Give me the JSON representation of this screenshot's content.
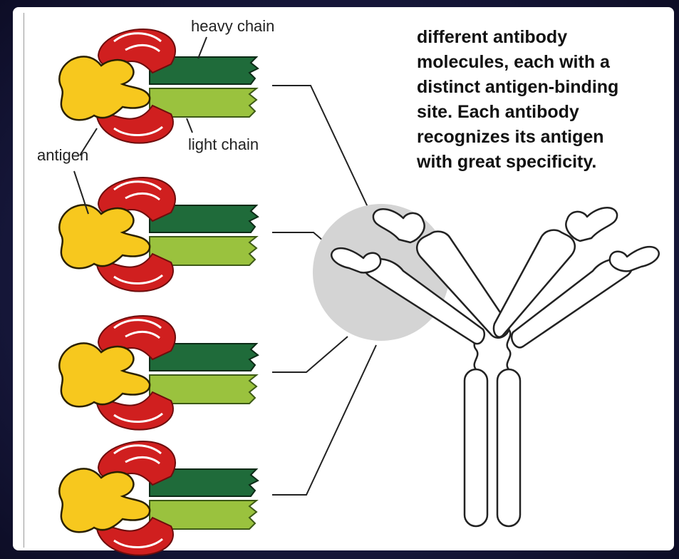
{
  "labels": {
    "heavy_chain": "heavy chain",
    "light_chain": "light chain",
    "antigen": "antigen"
  },
  "caption": "different antibody\nmolecules, each with a\ndistinct antigen-binding\nsite. Each antibody\nrecognizes its antigen\nwith great specificity.",
  "colors": {
    "heavy_chain": "#1f6b3a",
    "light_chain": "#9ac23e",
    "variable_region": "#d01f1f",
    "antigen": "#f7c81e",
    "binding_site_highlight": "#d4d4d4",
    "background": "#151638"
  }
}
